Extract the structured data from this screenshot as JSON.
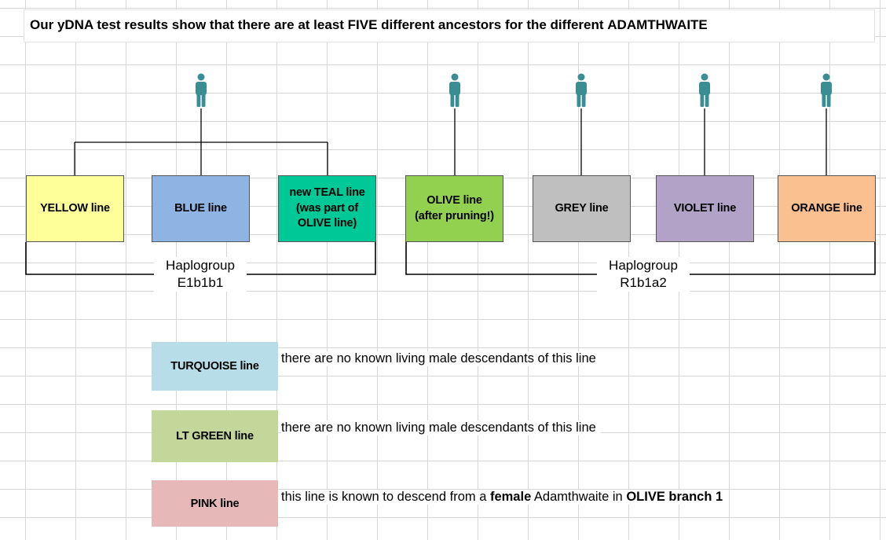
{
  "title": {
    "prefix": "Our yDNA test results show that there are at least ",
    "emphasis": "FIVE",
    "middle": " different ancestors for the different ",
    "surname": "ADAMTHWAITE"
  },
  "colors": {
    "person_icon": "#3a8e93",
    "yellow": "#ffff99",
    "blue": "#8eb4e3",
    "teal": "#00c896",
    "olive": "#92d050",
    "grey": "#bfbfbf",
    "violet": "#b3a2c7",
    "orange": "#fac090",
    "turquoise": "#b7dee8",
    "lt_green": "#c4d79b",
    "pink": "#e6b9b8"
  },
  "ancestor_icon": "person-icon",
  "boxes": {
    "yellow": "YELLOW line",
    "blue": "BLUE line",
    "teal": [
      "new TEAL line",
      "(was part of",
      "OLIVE line)"
    ],
    "olive": [
      "OLIVE line",
      "(after pruning!)"
    ],
    "grey": "GREY line",
    "violet": "VIOLET line",
    "orange": "ORANGE line"
  },
  "haplogroups": {
    "left": {
      "label": "Haplogroup",
      "code": "E1b1b1"
    },
    "right": {
      "label": "Haplogroup",
      "code": "R1b1a2"
    }
  },
  "legend": [
    {
      "label": "TURQUOISE line",
      "color_key": "turquoise",
      "text": "there are no known living male descendants of this line"
    },
    {
      "label": "LT GREEN line",
      "color_key": "lt_green",
      "text": "there are no known living male descendants of this line"
    },
    {
      "label": "PINK line",
      "color_key": "pink",
      "text_before": "this line is known to descend from a ",
      "text_bold_1": "female",
      "text_middle": " Adamthwaite in ",
      "text_bold_2": "OLIVE branch 1"
    }
  ]
}
